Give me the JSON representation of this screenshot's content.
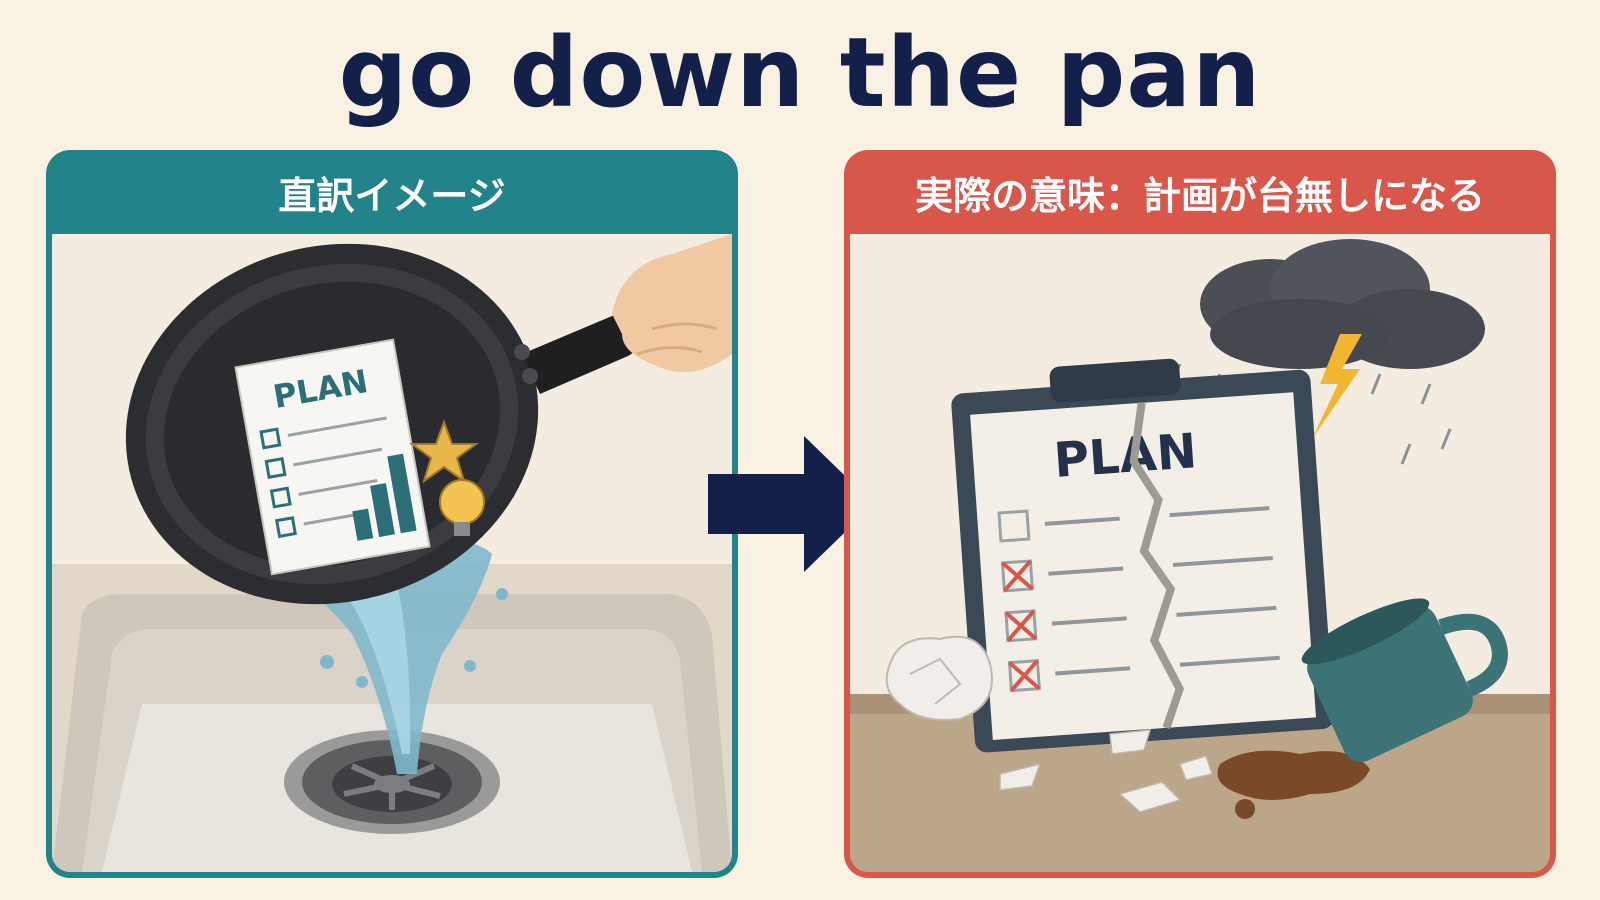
{
  "title": "go down the pan",
  "left_panel": {
    "header": "直訳イメージ",
    "paper_label": "PLAN"
  },
  "right_panel": {
    "header": "実際の意味：計画が台無しになる",
    "clipboard_label": "PLAN"
  },
  "colors": {
    "title": "#13204a",
    "left_accent": "#22848a",
    "right_accent": "#d9574a",
    "background": "#f9f1e2"
  }
}
